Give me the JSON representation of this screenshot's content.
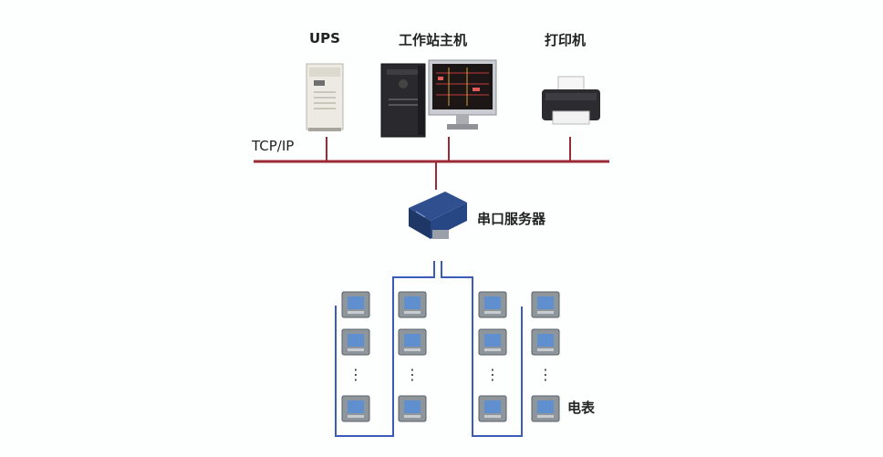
{
  "labels": {
    "ups": "UPS",
    "workstation": "工作站主机",
    "printer": "打印机",
    "network": "TCP/IP",
    "serial_server": "串口服务器",
    "meter": "电表"
  },
  "colors": {
    "tcp_bus": "#9a2a33",
    "rs485_bus": "#3a5bb8",
    "meter_body": "#8e969c",
    "meter_screen": "#5f8fcf"
  },
  "meter_columns": 4,
  "meters_shown_per_column": 3,
  "ellipsis": "⋮"
}
